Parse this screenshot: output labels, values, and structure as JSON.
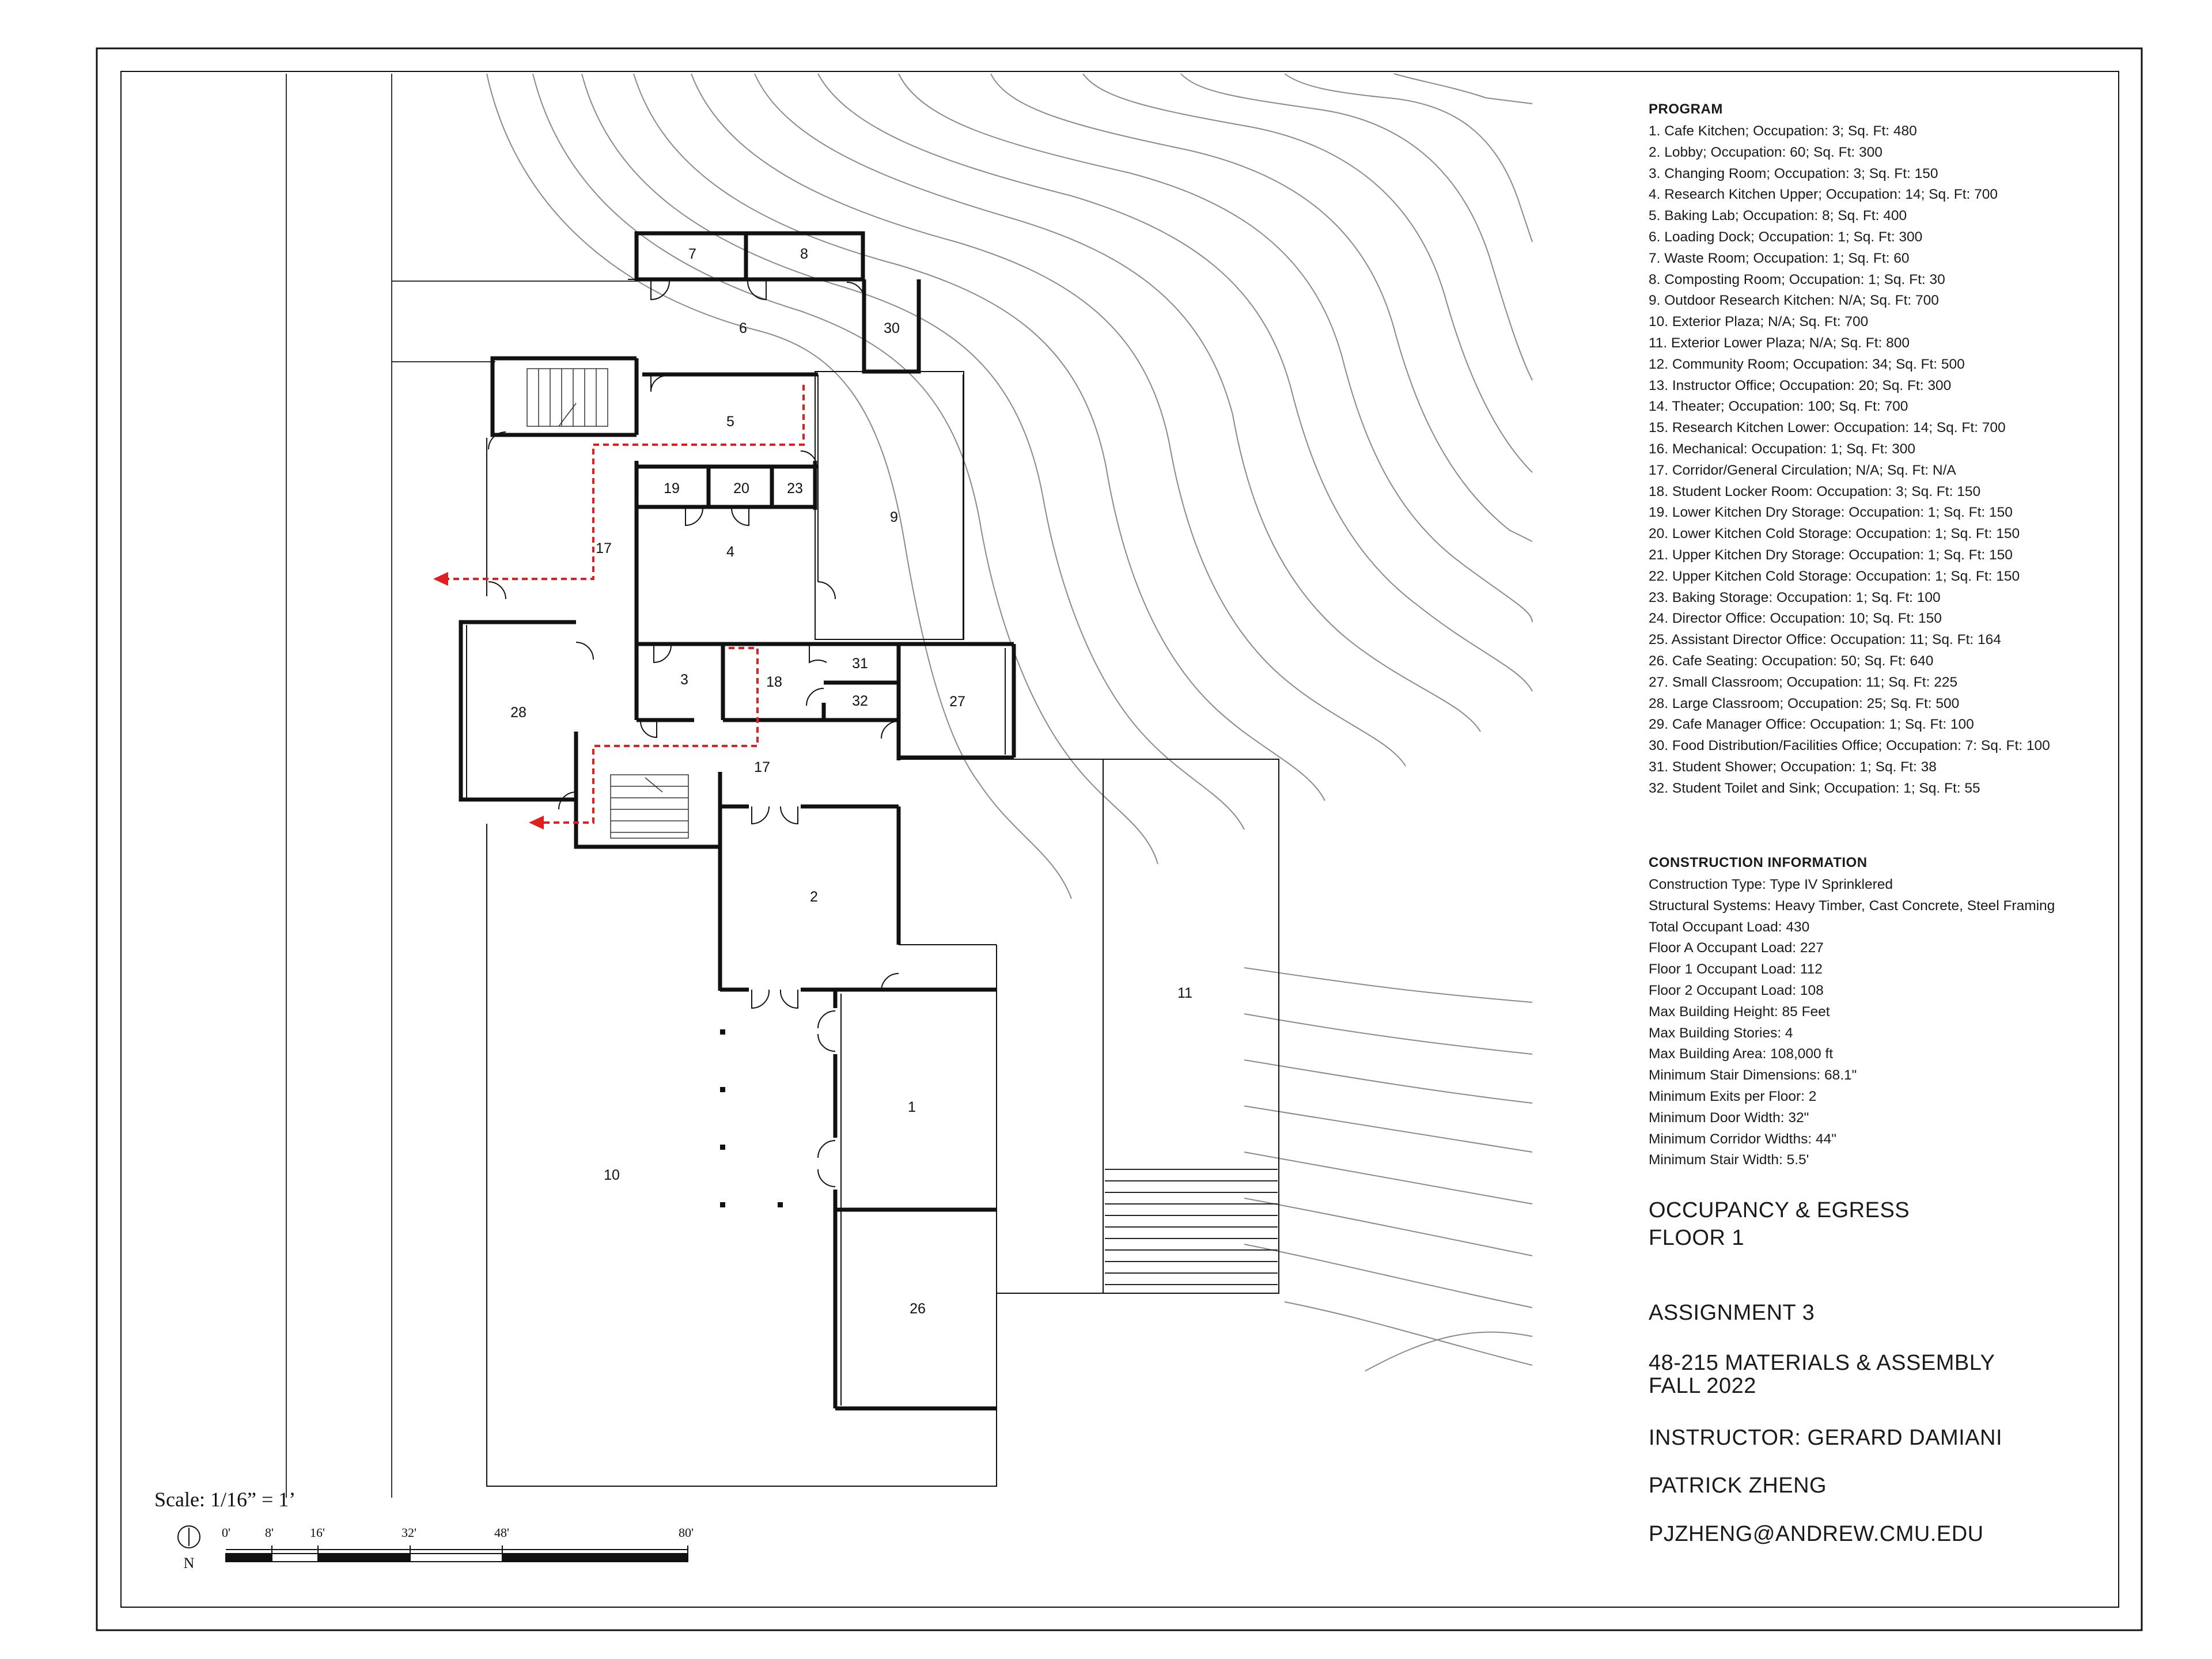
{
  "rooms": [
    {
      "id": "7",
      "label": "7"
    },
    {
      "id": "8",
      "label": "8"
    },
    {
      "id": "6",
      "label": "6"
    },
    {
      "id": "30",
      "label": "30"
    },
    {
      "id": "5",
      "label": "5"
    },
    {
      "id": "19",
      "label": "19"
    },
    {
      "id": "20",
      "label": "20"
    },
    {
      "id": "23",
      "label": "23"
    },
    {
      "id": "9",
      "label": "9"
    },
    {
      "id": "4",
      "label": "4"
    },
    {
      "id": "17a",
      "label": "17"
    },
    {
      "id": "28",
      "label": "28"
    },
    {
      "id": "3",
      "label": "3"
    },
    {
      "id": "18",
      "label": "18"
    },
    {
      "id": "31",
      "label": "31"
    },
    {
      "id": "32",
      "label": "32"
    },
    {
      "id": "27",
      "label": "27"
    },
    {
      "id": "17b",
      "label": "17"
    },
    {
      "id": "2",
      "label": "2"
    },
    {
      "id": "11",
      "label": "11"
    },
    {
      "id": "1",
      "label": "1"
    },
    {
      "id": "10",
      "label": "10"
    },
    {
      "id": "26",
      "label": "26"
    }
  ],
  "program": {
    "heading": "PROGRAM",
    "items": [
      "1.   Cafe Kitchen; Occupation: 3; Sq. Ft: 480",
      "2.   Lobby; Occupation: 60; Sq. Ft: 300",
      "3.   Changing Room; Occupation: 3; Sq. Ft: 150",
      "4.   Research Kitchen Upper; Occupation: 14; Sq. Ft: 700",
      "5.   Baking Lab; Occupation: 8; Sq. Ft: 400",
      "6.   Loading Dock; Occupation: 1; Sq. Ft: 300",
      "7.   Waste Room; Occupation: 1; Sq. Ft: 60",
      "8.   Composting Room; Occupation: 1; Sq. Ft: 30",
      "9.   Outdoor Research Kitchen: N/A; Sq. Ft: 700",
      "10. Exterior Plaza; N/A; Sq. Ft: 700",
      "11. Exterior Lower Plaza; N/A; Sq. Ft: 800",
      "12. Community Room; Occupation: 34; Sq. Ft: 500",
      "13. Instructor Office; Occupation: 20; Sq. Ft:  300",
      "14. Theater; Occupation: 100; Sq. Ft: 700",
      "15. Research Kitchen Lower: Occupation: 14; Sq. Ft: 700",
      "16. Mechanical: Occupation: 1; Sq. Ft: 300",
      "17. Corridor/General Circulation; N/A; Sq. Ft: N/A",
      "18. Student Locker Room: Occupation: 3; Sq. Ft: 150",
      "19. Lower Kitchen Dry Storage: Occupation: 1; Sq. Ft: 150",
      "20. Lower Kitchen Cold Storage: Occupation: 1; Sq. Ft: 150",
      "21. Upper Kitchen Dry Storage: Occupation: 1; Sq. Ft: 150",
      "22. Upper Kitchen Cold Storage: Occupation: 1; Sq. Ft: 150",
      "23. Baking Storage: Occupation: 1; Sq. Ft: 100",
      "24. Director Office: Occupation: 10; Sq. Ft: 150",
      "25. Assistant Director Office: Occupation: 11; Sq. Ft: 164",
      "26. Cafe Seating: Occupation: 50; Sq. Ft: 640",
      "27. Small Classroom; Occupation: 11; Sq. Ft: 225",
      "28. Large Classroom; Occupation: 25; Sq. Ft: 500",
      "29. Cafe Manager Office: Occupation: 1; Sq. Ft: 100",
      "30. Food Distribution/Facilities Office; Occupation: 7: Sq. Ft: 100",
      "31. Student Shower; Occupation: 1; Sq. Ft: 38",
      "32. Student Toilet and Sink; Occupation: 1; Sq. Ft: 55"
    ]
  },
  "construction": {
    "heading": "CONSTRUCTION INFORMATION",
    "items": [
      "Construction Type: Type IV Sprinklered",
      "Structural Systems: Heavy Timber, Cast Concrete, Steel Framing",
      "Total Occupant Load:  430",
      "Floor A Occupant Load: 227",
      "Floor 1 Occupant Load: 112",
      "Floor 2 Occupant Load: 108",
      "Max Building Height: 85 Feet",
      "Max Building Stories: 4",
      "Max Building Area: 108,000 ft",
      "Minimum Stair Dimensions: 68.1\"",
      "Minimum Exits per Floor: 2",
      "Minimum Door Width: 32\"",
      "Minimum Corridor Widths: 44\"",
      "Minimum Stair Width: 5.5'"
    ]
  },
  "title_block": {
    "sheet_title_1": "OCCUPANCY & EGRESS",
    "sheet_title_2": "FLOOR 1",
    "assignment": "ASSIGNMENT 3",
    "course_1": "48-215 MATERIALS & ASSEMBLY",
    "course_2": "FALL  2022",
    "instructor": "INSTRUCTOR: GERARD DAMIANI",
    "student": "PATRICK ZHENG",
    "email": "PJZHENG@ANDREW.CMU.EDU"
  },
  "scale": {
    "label": "Scale: 1/16” = 1’",
    "north": "N",
    "ticks": [
      "0'",
      "8'",
      "16'",
      "32'",
      "48'",
      "80'"
    ]
  },
  "colors": {
    "egress": "#e02020",
    "line": "#111111",
    "contour": "#8a8a8a"
  }
}
